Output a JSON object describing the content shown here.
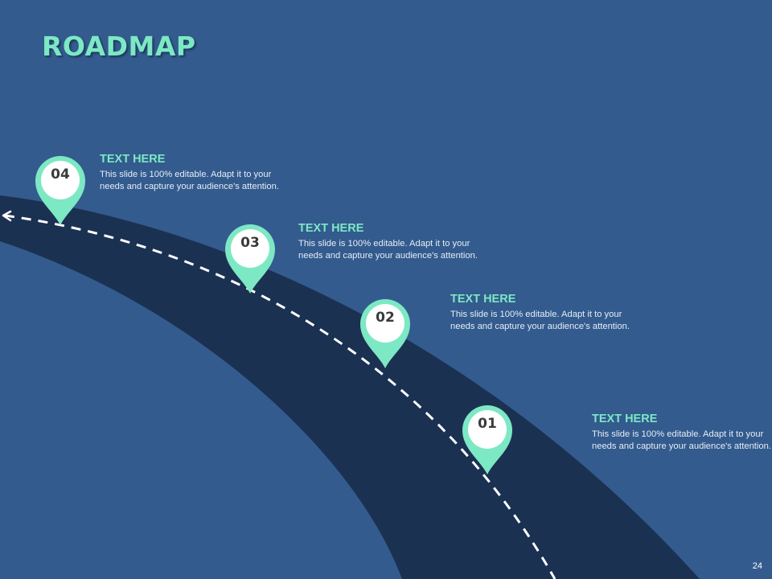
{
  "slide": {
    "title": "ROADMAP",
    "page_number": "24",
    "colors": {
      "background": "#335b8e",
      "road": "#1b3152",
      "accent": "#7de8c4",
      "pin_inner": "#ffffff",
      "dash": "#ffffff"
    }
  },
  "milestones": [
    {
      "number": "01",
      "heading": "TEXT HERE",
      "description": "This slide is 100% editable. Adapt it to your needs and capture your audience's attention."
    },
    {
      "number": "02",
      "heading": "TEXT HERE",
      "description": "This slide is 100% editable. Adapt it to your needs and capture your audience's attention."
    },
    {
      "number": "03",
      "heading": "TEXT HERE",
      "description": "This slide is 100% editable. Adapt it to your needs and capture your audience's attention."
    },
    {
      "number": "04",
      "heading": "TEXT HERE",
      "description": "This slide is 100% editable. Adapt it to your needs and capture your audience's attention."
    }
  ]
}
